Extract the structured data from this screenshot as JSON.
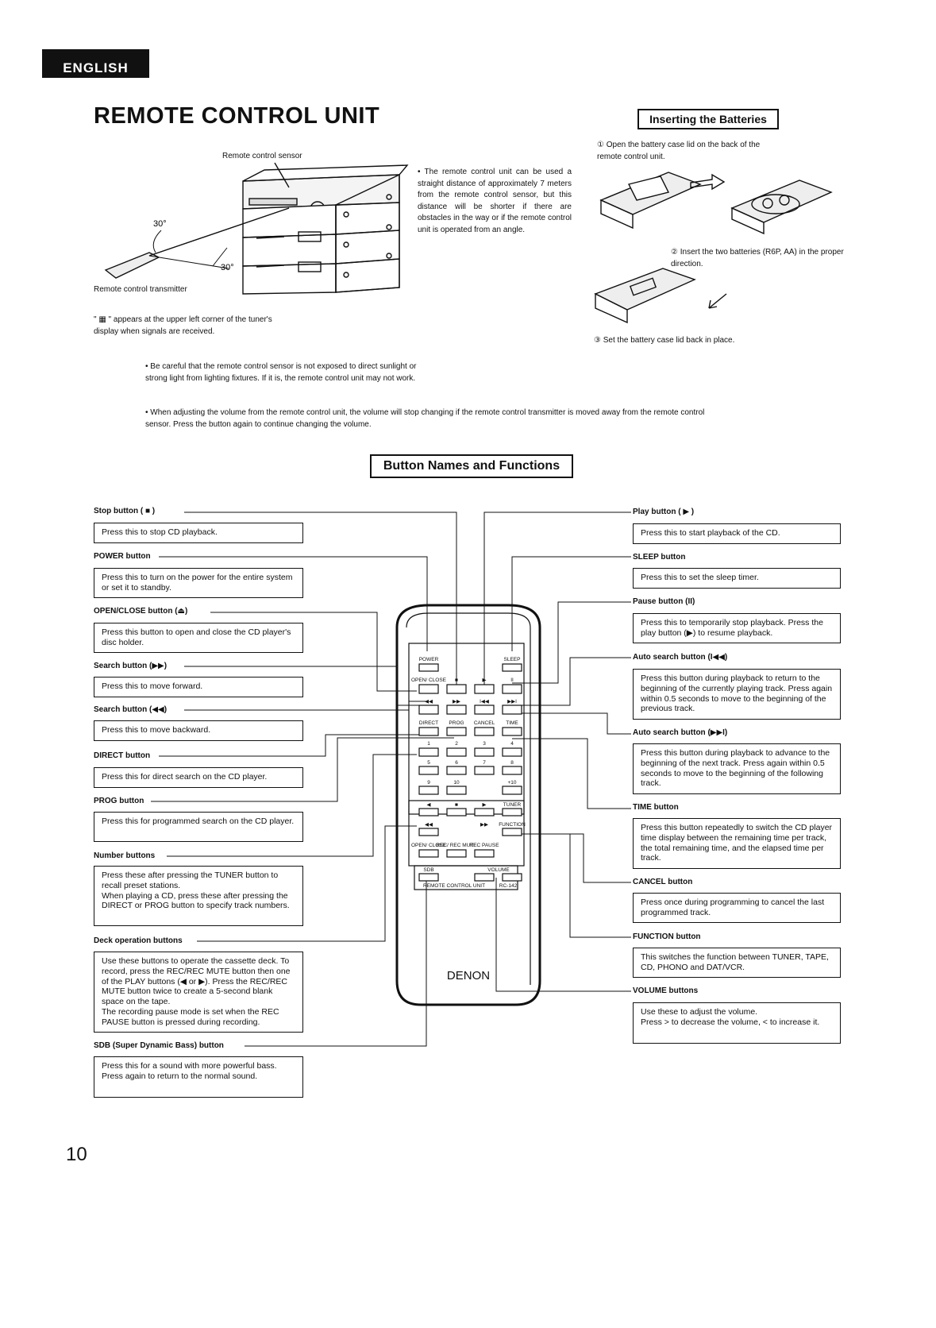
{
  "header": {
    "language": "ENGLISH",
    "title": "REMOTE CONTROL UNIT"
  },
  "illustration": {
    "sensor_label": "Remote control sensor",
    "transmitter_label": "Remote control transmitter",
    "angle_left": "30°",
    "angle_right": "30°"
  },
  "notes": {
    "range": "• The remote control unit can be used a straight distance of approximately 7 meters from the remote control sensor, but this distance will be shorter if there are obstacles in the way or if the remote control unit is operated from an angle.",
    "display_mark": "\" ▦ \" appears at the upper left corner of the tuner's display when signals are received.",
    "sunlight": "• Be careful that the remote control sensor is not exposed to direct sunlight or strong light from lighting fixtures. If it is, the remote control unit may not work.",
    "volume": "• When adjusting the volume from the remote control unit, the volume will stop changing if the remote control transmitter is moved away from the remote control sensor. Press the button again to continue changing the volume."
  },
  "batteries": {
    "heading": "Inserting the Batteries",
    "step1_num": "①",
    "step1": "Open the battery case lid on the back of the remote control unit.",
    "step2_num": "②",
    "step2": "Insert the two batteries (R6P, AA) in the proper direction.",
    "step3_num": "③",
    "step3": "Set the battery case lid back in place."
  },
  "buttons_heading": "Button Names and Functions",
  "left_items": [
    {
      "name": "Stop button ( ■ )",
      "desc": "Press this to stop CD playback."
    },
    {
      "name": "POWER button",
      "desc": "Press this to turn on the power for the entire system or set it to standby."
    },
    {
      "name": "OPEN/CLOSE button (⏏)",
      "desc": "Press this button to open and close the CD player's disc holder."
    },
    {
      "name": "Search button (▶▶)",
      "desc": "Press this to move forward."
    },
    {
      "name": "Search button (◀◀)",
      "desc": "Press this to move backward."
    },
    {
      "name": "DIRECT button",
      "desc": "Press this for direct search on the CD player."
    },
    {
      "name": "PROG button",
      "desc": "Press this for programmed search on the CD player."
    },
    {
      "name": "Number buttons",
      "desc": "Press these after pressing the TUNER button to recall preset stations.\nWhen playing a CD, press these after pressing the DIRECT or PROG button to specify track numbers."
    },
    {
      "name": "Deck operation buttons",
      "desc": "Use these buttons to operate the cassette deck. To record, press the REC/REC MUTE button then one of the PLAY buttons (◀ or ▶). Press the REC/REC MUTE button twice to create a 5-second blank space on the tape.\nThe recording pause mode is set when the REC PAUSE button is pressed during recording."
    },
    {
      "name": "SDB (Super Dynamic Bass) button",
      "desc": "Press this for a sound with more powerful bass. Press again to return to the normal sound."
    }
  ],
  "right_items": [
    {
      "name": "Play button ( ▶ )",
      "desc": "Press this to start playback of the CD."
    },
    {
      "name": "SLEEP button",
      "desc": "Press this to set the sleep timer."
    },
    {
      "name": "Pause button (II)",
      "desc": "Press this to temporarily stop playback. Press the play button (▶) to resume playback."
    },
    {
      "name": "Auto search button (I◀◀)",
      "desc": "Press this button during playback to return to the beginning of the currently playing track. Press again within 0.5 seconds to move to the beginning of the previous track."
    },
    {
      "name": "Auto search button (▶▶I)",
      "desc": "Press this button during playback to advance to the beginning of the next track. Press again within 0.5 seconds to move to the beginning of the following track."
    },
    {
      "name": "TIME button",
      "desc": "Press this button repeatedly to switch the CD player time display between the remaining time per track, the total remaining time, and the elapsed time per track."
    },
    {
      "name": "CANCEL button",
      "desc": "Press once during programming to cancel the last programmed track."
    },
    {
      "name": "FUNCTION button",
      "desc": "This switches the function between TUNER, TAPE, CD, PHONO and DAT/VCR."
    },
    {
      "name": "VOLUME buttons",
      "desc": "Use these to adjust the volume.\nPress > to decrease the volume, < to increase it."
    }
  ],
  "remote": {
    "power": "POWER",
    "sleep": "SLEEP",
    "open_close": "OPEN/ CLOSE",
    "direct": "DIRECT",
    "prog": "PROG",
    "cancel": "CANCEL",
    "time": "TIME",
    "n1": "1",
    "n2": "2",
    "n3": "3",
    "n4": "4",
    "n5": "5",
    "n6": "6",
    "n7": "7",
    "n8": "8",
    "n9": "9",
    "n10": "10",
    "n_plus10": "+10",
    "tuner": "TUNER",
    "function": "FUNCTION",
    "open_close2": "OPEN/ CLOSE",
    "rec_mute": "REC/ REC MUTE",
    "rec_pause": "REC PAUSE",
    "sdb": "SDB",
    "volume": "VOLUME",
    "model": "REMOTE CONTROL UNIT",
    "model_code": "RC-142",
    "brand": "DENON"
  },
  "page_number": "10"
}
